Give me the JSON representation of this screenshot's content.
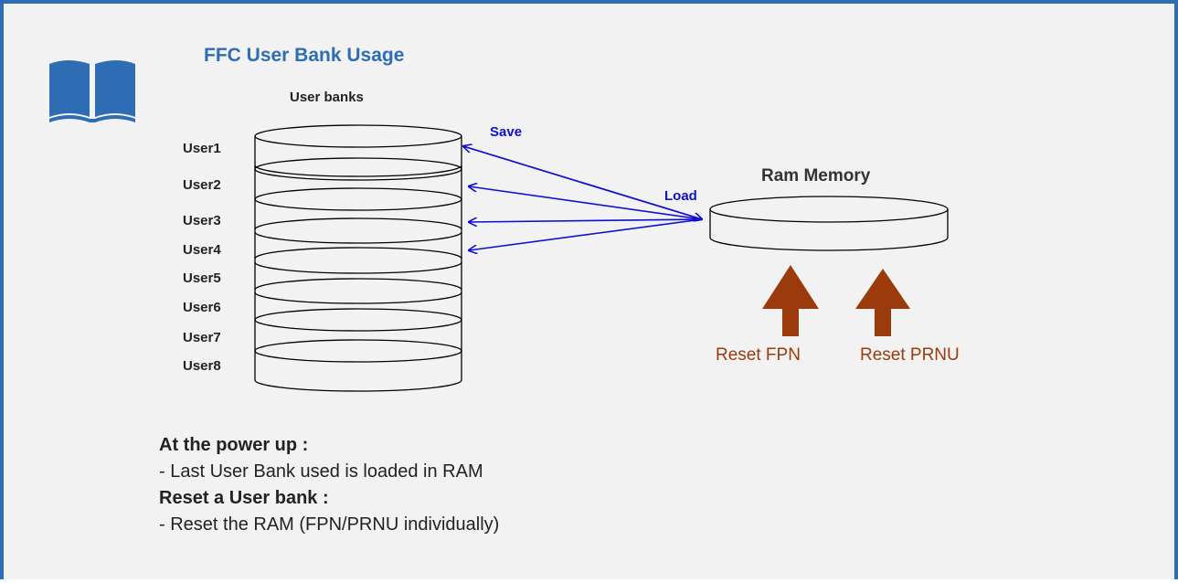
{
  "title": "FFC User Bank Usage",
  "icons": {
    "book": "open-book-icon",
    "accent": "#2e6db4"
  },
  "user_banks": {
    "title": "User banks",
    "labels": [
      "User1",
      "User2",
      "User3",
      "User4",
      "User5",
      "User6",
      "User7",
      "User8"
    ]
  },
  "ram": {
    "title": "Ram Memory"
  },
  "arrows": {
    "save_label": "Save",
    "load_label": "Load",
    "color": "#1010d0"
  },
  "resets": [
    {
      "label": "Reset FPN"
    },
    {
      "label": "Reset PRNU"
    }
  ],
  "reset_color": "#9b3b0c",
  "notes": {
    "power_up_heading": "At the power up :",
    "power_up_text": "- Last User Bank used is loaded in RAM",
    "reset_heading": "Reset a User bank :",
    "reset_text": "- Reset the RAM (FPN/PRNU individually)"
  }
}
